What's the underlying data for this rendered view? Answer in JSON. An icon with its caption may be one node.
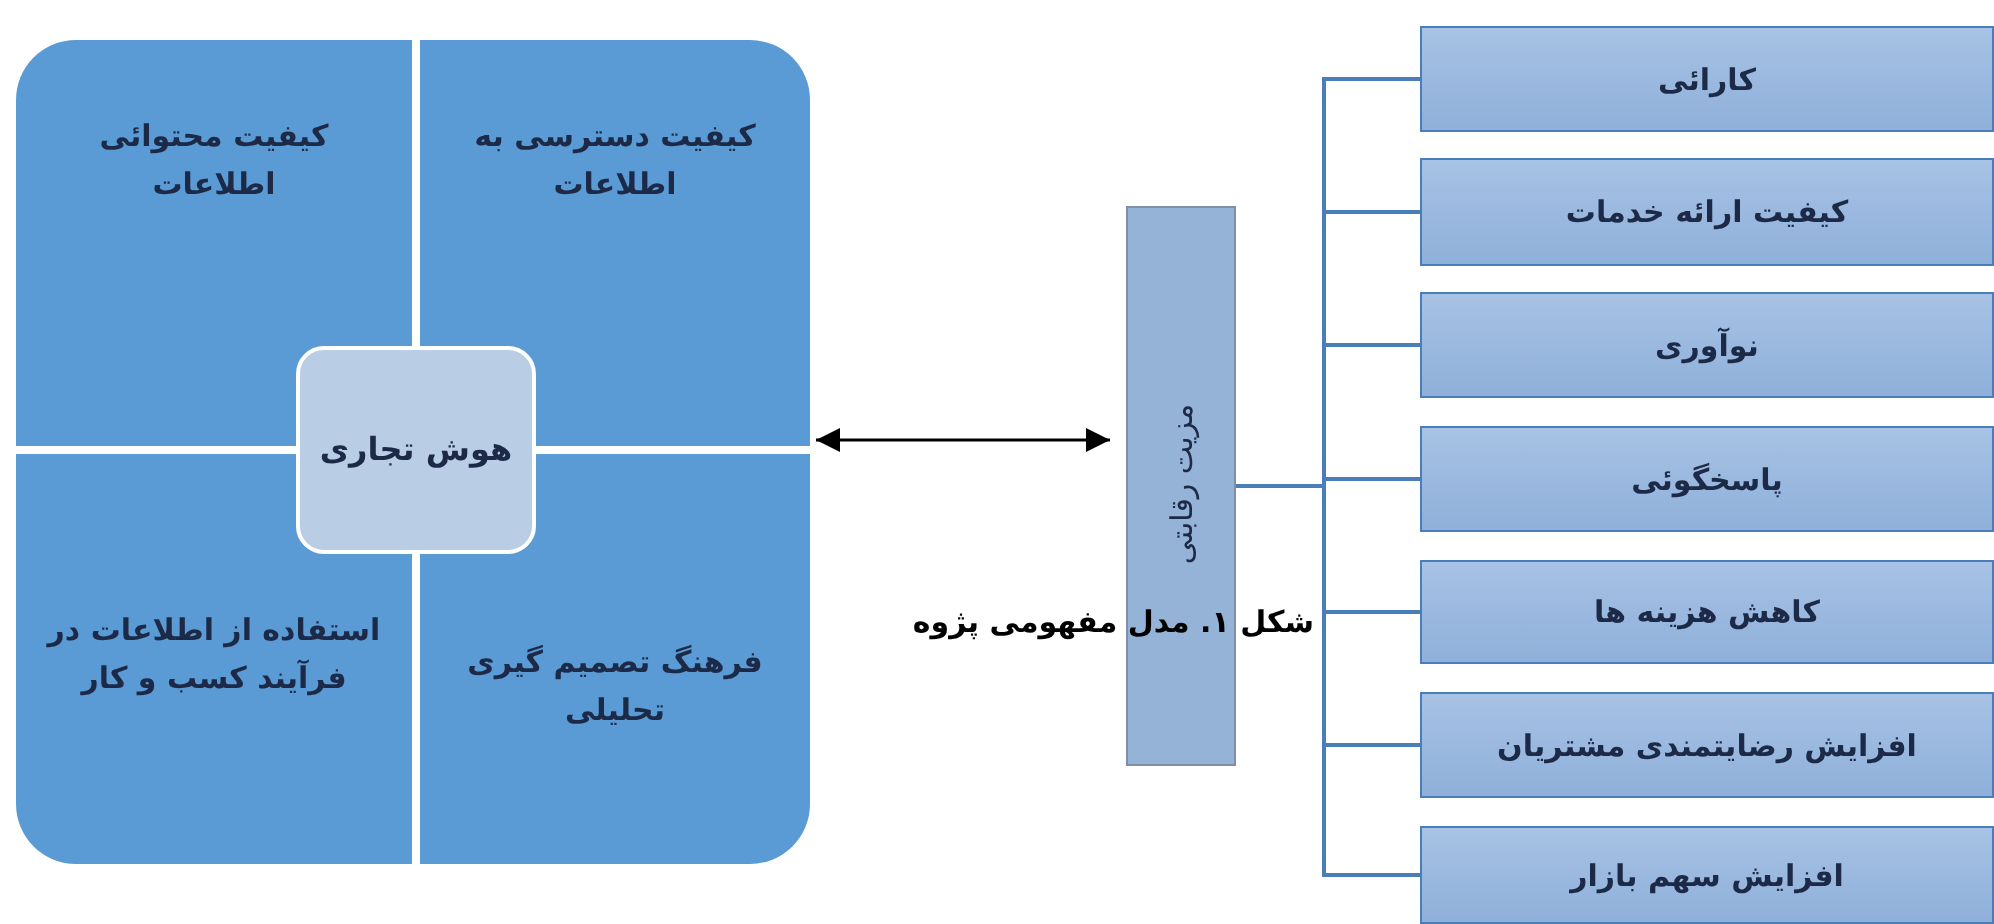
{
  "diagram": {
    "caption": "شکل ۱. مدل مفهومی پژوه",
    "nodes": [
      {
        "text": [],
        "shape": "box"
      },
      {
        "text": [
          "کیفیت دسترسی به اطلاعات"
        ],
        "in": 0
      },
      {
        "text": [
          "کیفیت محتوائی اطلاعات"
        ],
        "in": 0
      },
      {
        "text": [
          "هوش تجاری"
        ],
        "in": 0
      },
      {
        "text": [
          "فرهنگ تصمیم گیری تحلیلی"
        ],
        "in": 0
      },
      {
        "text": [
          "استفاده از اطلاعات در فرآیند کسب و کار"
        ],
        "in": 0
      },
      {
        "text": [
          "مزیت رقابتی"
        ]
      },
      {
        "text": [
          "کارائی"
        ]
      },
      {
        "text": [
          "کیفیت ارائه خدمات"
        ]
      },
      {
        "text": [
          "نوآوری"
        ]
      },
      {
        "text": [
          "پاسخگوئی"
        ]
      },
      {
        "text": [
          "کاهش هزینه ها"
        ]
      },
      {
        "text": [
          "افزایش رضایتمندی مشتریان"
        ]
      },
      {
        "text": [
          "افزایش سهم بازار"
        ]
      }
    ],
    "edges": [
      {
        "from": 0,
        "to": 6,
        "arrow": "both",
        "color": "#000000"
      },
      {
        "from": 6,
        "to": 7,
        "arrow": "none"
      },
      {
        "from": 6,
        "to": 8,
        "arrow": "none"
      },
      {
        "from": 6,
        "to": 9,
        "arrow": "none"
      },
      {
        "from": 6,
        "to": 10,
        "arrow": "none"
      },
      {
        "from": 6,
        "to": 11,
        "arrow": "none"
      },
      {
        "from": 6,
        "to": 12,
        "arrow": "none"
      },
      {
        "from": 6,
        "to": 13,
        "arrow": "none"
      }
    ]
  }
}
